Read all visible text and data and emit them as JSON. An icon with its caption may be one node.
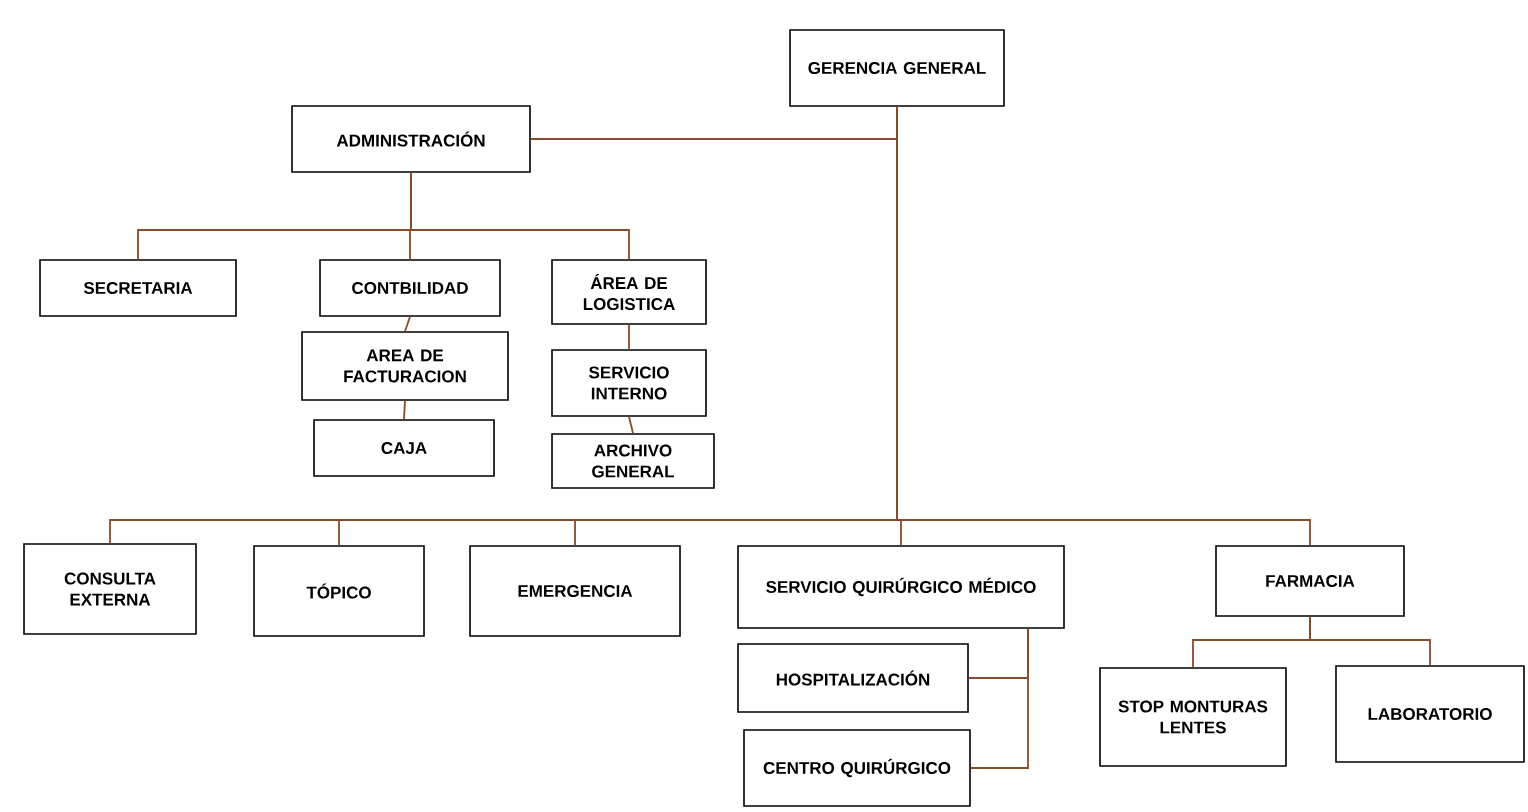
{
  "diagram": {
    "nodes": [
      {
        "text": [
          "GERENCIA GENERAL"
        ]
      },
      {
        "text": [
          "ADMINISTRACIÓN"
        ]
      },
      {
        "text": [
          "SECRETARIA"
        ]
      },
      {
        "text": [
          "CONTBILIDAD"
        ]
      },
      {
        "text": [
          "ÁREA DE LOGISTICA"
        ]
      },
      {
        "text": [
          "AREA DE FACTURACION"
        ]
      },
      {
        "text": [
          "CAJA"
        ]
      },
      {
        "text": [
          "SERVICIO INTERNO"
        ]
      },
      {
        "text": [
          "ARCHIVO GENERAL"
        ]
      },
      {
        "text": [
          "CONSULTA EXTERNA"
        ]
      },
      {
        "text": [
          "TÓPICO"
        ]
      },
      {
        "text": [
          "EMERGENCIA"
        ]
      },
      {
        "text": [
          "SERVICIO QUIRÚRGICO MÉDICO"
        ]
      },
      {
        "text": [
          "HOSPITALIZACIÓN"
        ]
      },
      {
        "text": [
          "CENTRO QUIRÚRGICO"
        ]
      },
      {
        "text": [
          "FARMACIA"
        ]
      },
      {
        "text": [
          "STOP MONTURAS LENTES"
        ]
      },
      {
        "text": [
          "LABORATORIO"
        ]
      }
    ],
    "edges": [
      {
        "from": 0,
        "to": 1,
        "arrow": "none"
      },
      {
        "from": 1,
        "to": 2,
        "arrow": "none"
      },
      {
        "from": 1,
        "to": 3,
        "arrow": "none"
      },
      {
        "from": 1,
        "to": 4,
        "arrow": "none"
      },
      {
        "from": 3,
        "to": 5,
        "arrow": "none"
      },
      {
        "from": 5,
        "to": 6,
        "arrow": "none"
      },
      {
        "from": 4,
        "to": 7,
        "arrow": "none"
      },
      {
        "from": 7,
        "to": 8,
        "arrow": "none"
      },
      {
        "from": 0,
        "to": 9,
        "arrow": "none"
      },
      {
        "from": 0,
        "to": 10,
        "arrow": "none"
      },
      {
        "from": 0,
        "to": 11,
        "arrow": "none"
      },
      {
        "from": 0,
        "to": 12,
        "arrow": "none"
      },
      {
        "from": 0,
        "to": 15,
        "arrow": "none"
      },
      {
        "from": 12,
        "to": 13,
        "arrow": "none"
      },
      {
        "from": 12,
        "to": 14,
        "arrow": "none"
      },
      {
        "from": 15,
        "to": 16,
        "arrow": "none"
      },
      {
        "from": 15,
        "to": 17,
        "arrow": "none"
      }
    ]
  }
}
